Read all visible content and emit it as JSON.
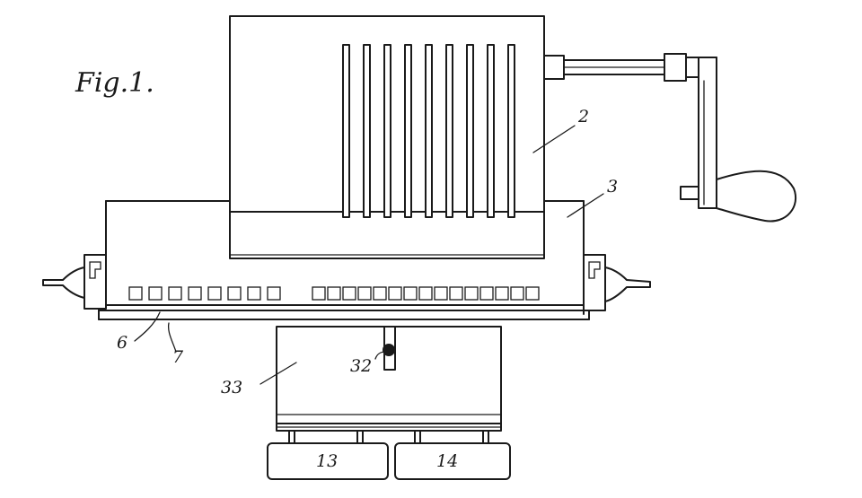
{
  "figure": {
    "title": "Fig.1.",
    "labels": {
      "part_2": "2",
      "part_3": "3",
      "part_6": "6",
      "part_7": "7",
      "part_13": "13",
      "part_14": "14",
      "part_32": "32",
      "part_33": "33"
    }
  }
}
